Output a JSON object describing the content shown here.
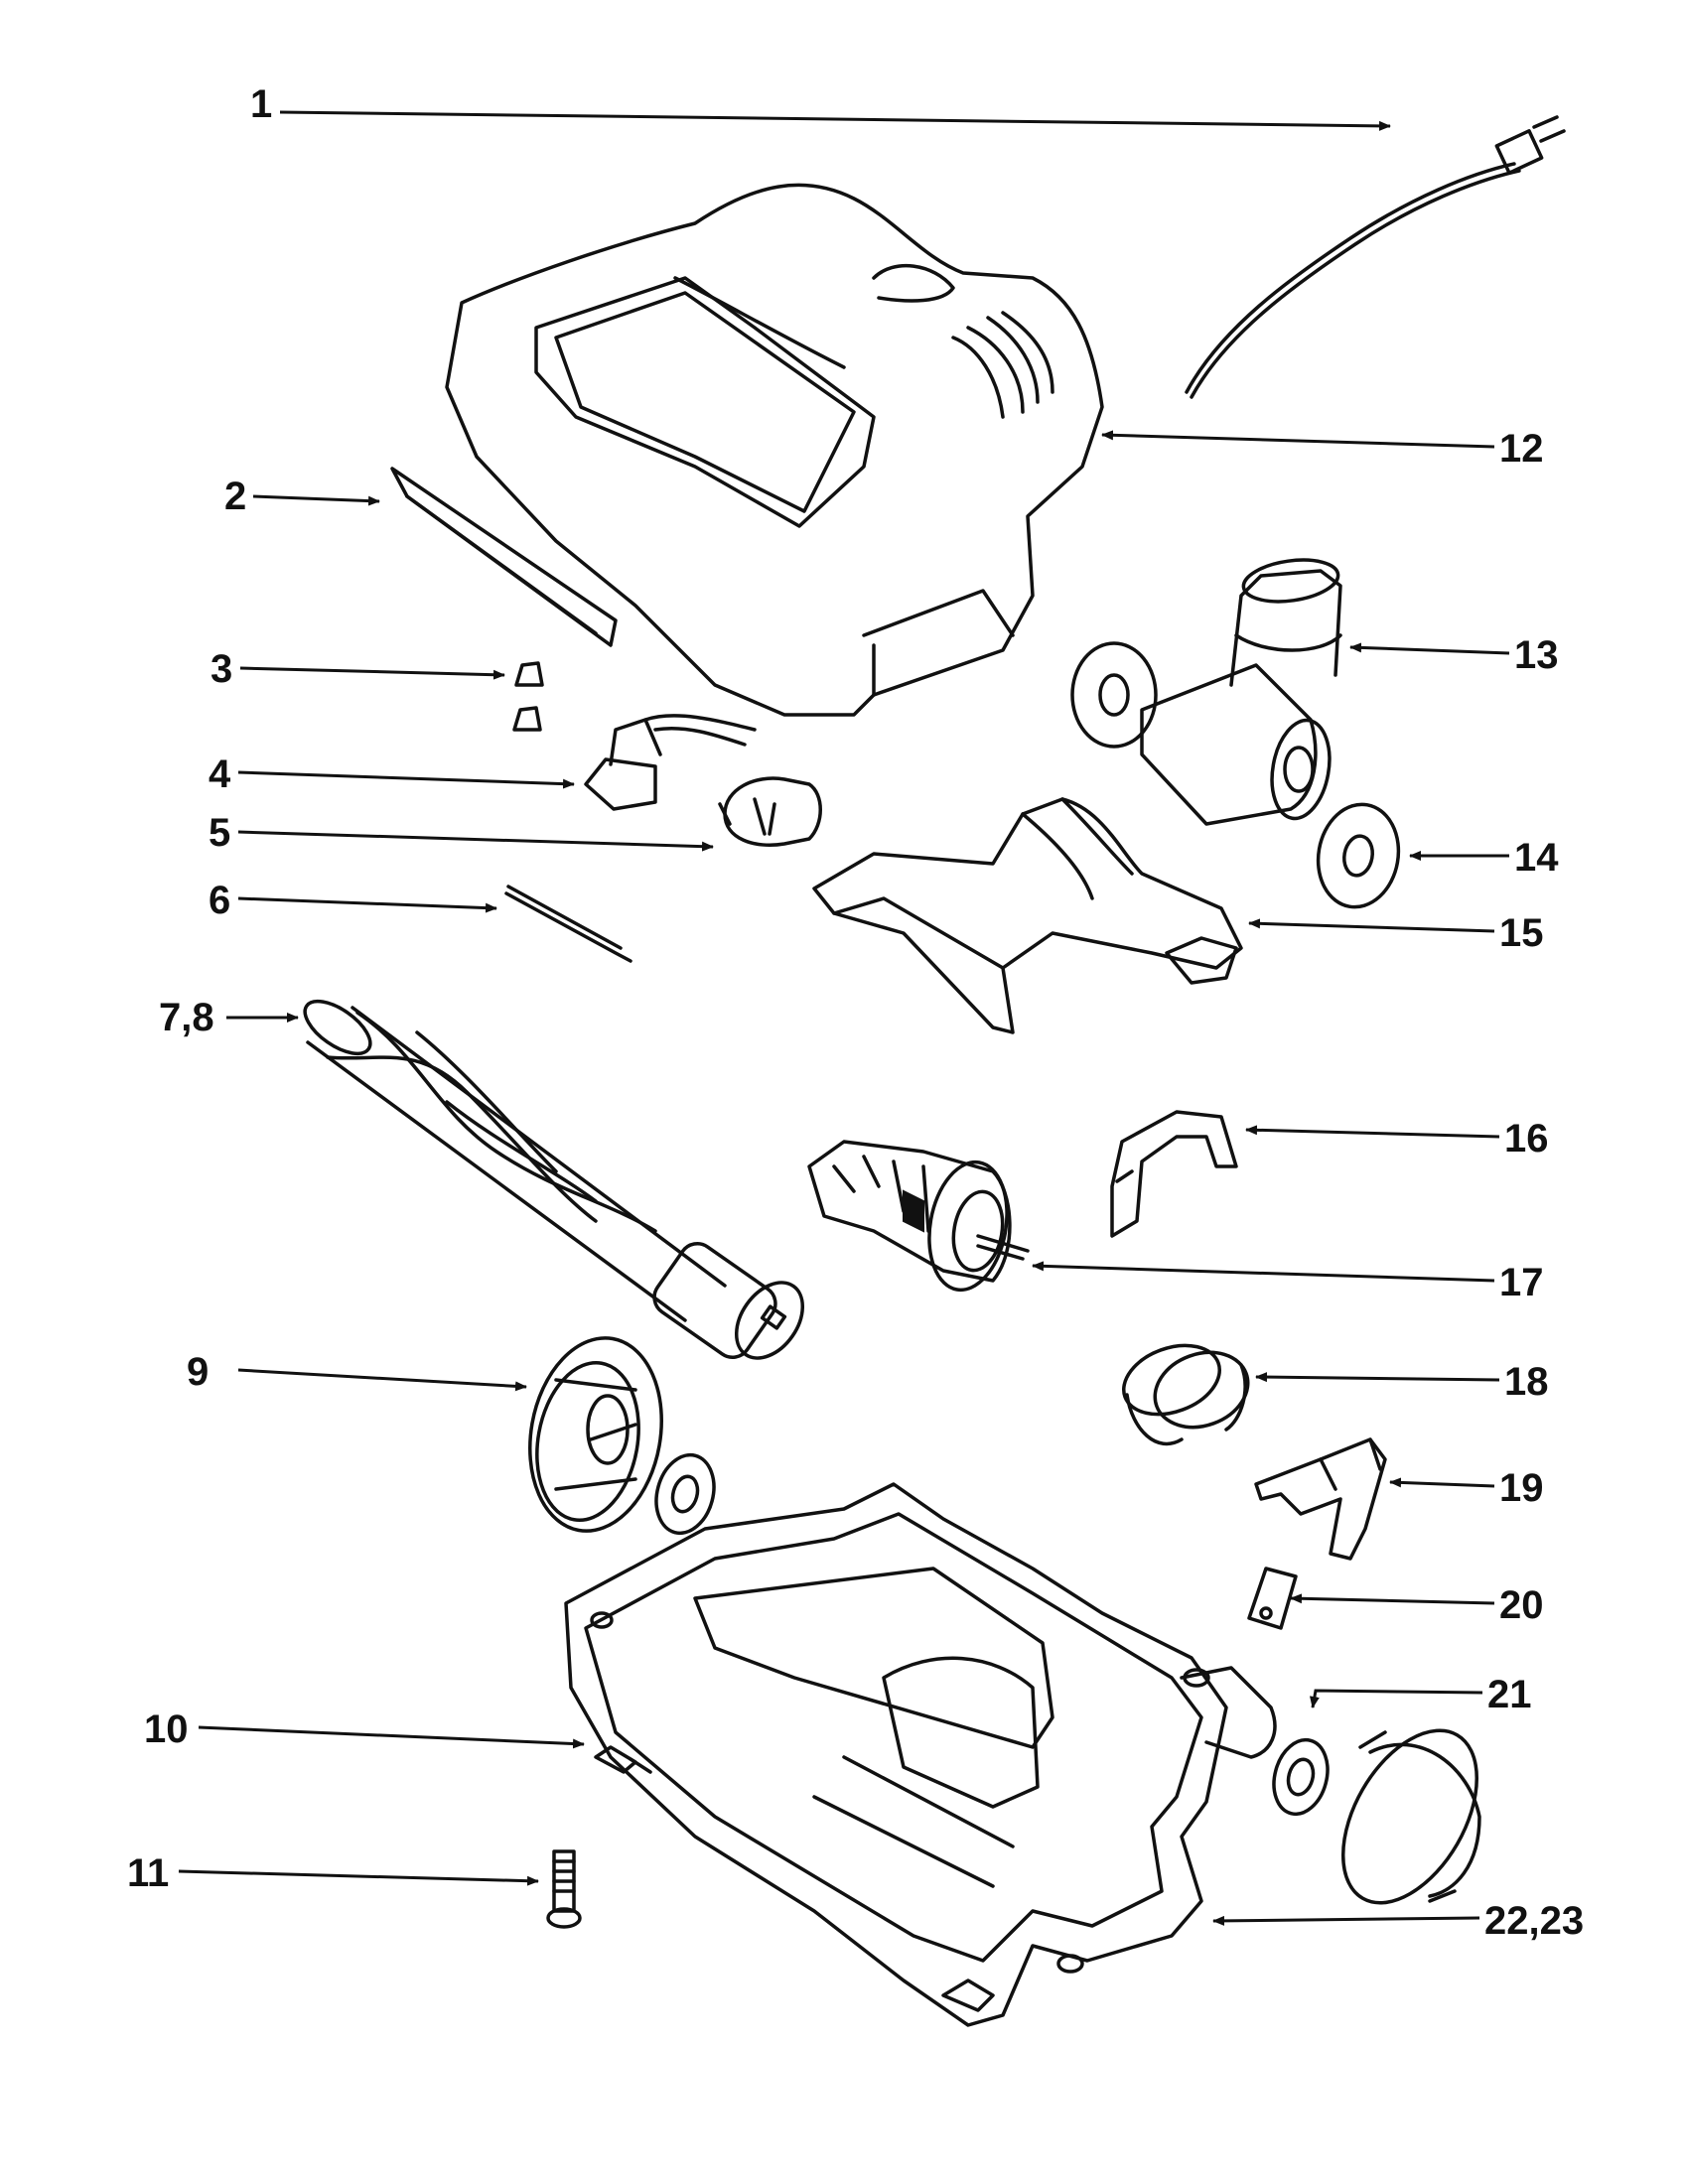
{
  "diagram": {
    "ink_color": "#111111",
    "background": "#ffffff",
    "callouts": [
      {
        "id": "c1",
        "label": "1"
      },
      {
        "id": "c2",
        "label": "2"
      },
      {
        "id": "c3",
        "label": "3"
      },
      {
        "id": "c4",
        "label": "4"
      },
      {
        "id": "c5",
        "label": "5"
      },
      {
        "id": "c6",
        "label": "6"
      },
      {
        "id": "c7_8",
        "label": "7,8"
      },
      {
        "id": "c9",
        "label": "9"
      },
      {
        "id": "c10",
        "label": "10"
      },
      {
        "id": "c11",
        "label": "11"
      },
      {
        "id": "c12",
        "label": "12"
      },
      {
        "id": "c13",
        "label": "13"
      },
      {
        "id": "c14",
        "label": "14"
      },
      {
        "id": "c15",
        "label": "15"
      },
      {
        "id": "c16",
        "label": "16"
      },
      {
        "id": "c17",
        "label": "17"
      },
      {
        "id": "c18",
        "label": "18"
      },
      {
        "id": "c19",
        "label": "19"
      },
      {
        "id": "c20",
        "label": "20"
      },
      {
        "id": "c21",
        "label": "21"
      },
      {
        "id": "c22_23",
        "label": "22,23"
      }
    ]
  }
}
